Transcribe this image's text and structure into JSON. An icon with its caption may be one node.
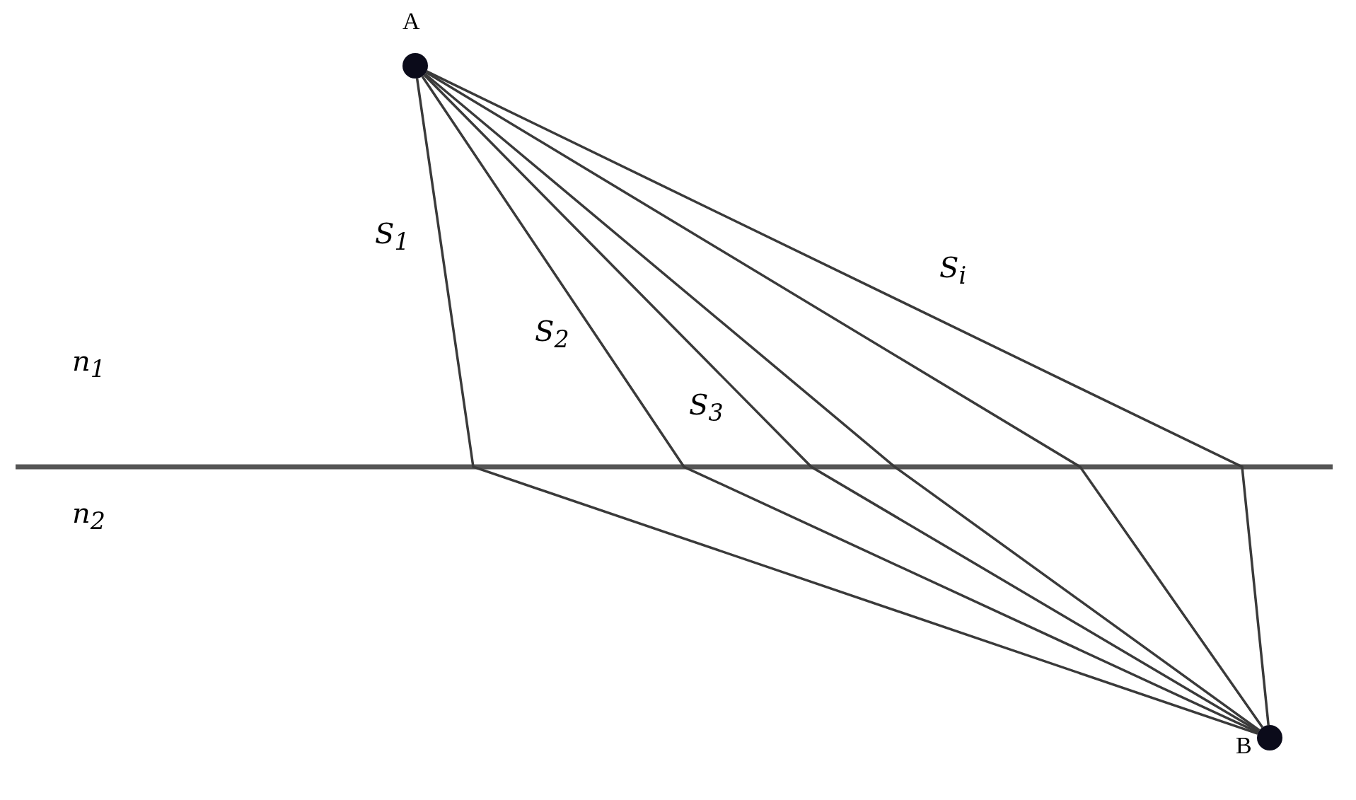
{
  "diagram": {
    "nodes": [
      {
        "text": [
          "A"
        ]
      },
      {
        "text": [
          "B"
        ]
      }
    ],
    "edges": [
      {
        "from": 0,
        "to": 1,
        "arrow": "none",
        "label": "S$_{1}$"
      },
      {
        "from": 0,
        "to": 1,
        "arrow": "none",
        "label": "S$_{2}$"
      },
      {
        "from": 0,
        "to": 1,
        "arrow": "none",
        "label": "S$_{3}$"
      },
      {
        "from": 0,
        "to": 1,
        "arrow": "none"
      },
      {
        "from": 0,
        "to": 1,
        "arrow": "none"
      },
      {
        "from": 0,
        "to": 1,
        "arrow": "none",
        "label": "S$_{i}$"
      }
    ],
    "labels": [
      "n$_{1}$",
      "n$_{2}$"
    ]
  }
}
